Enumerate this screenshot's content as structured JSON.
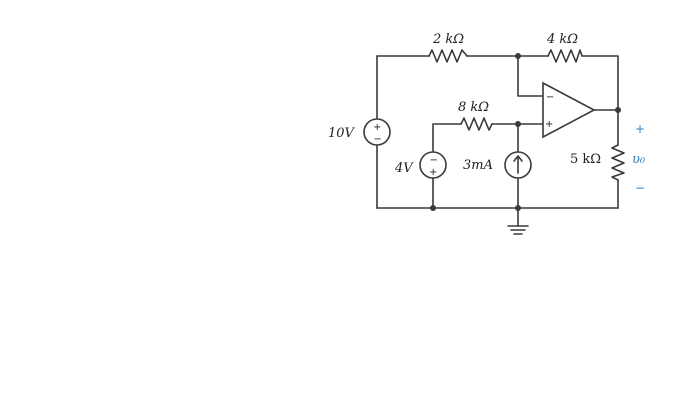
{
  "circuit": {
    "resistors": {
      "r_top_left": "2 kΩ",
      "r_top_right": "4 kΩ",
      "r_mid": "8 kΩ",
      "r_load": "5 kΩ"
    },
    "sources": {
      "v_left": "10V",
      "v_mid": "4V",
      "i_src": "3mA"
    },
    "opamp": {
      "inv": "−",
      "noninv": "+"
    },
    "output": {
      "plus": "+",
      "label": "υ₀",
      "minus": "−"
    },
    "source_marks": {
      "plus": "+",
      "minus": "−"
    },
    "colors": {
      "wire": "#3a3a3a",
      "output_label": "#2f7fc1"
    }
  }
}
